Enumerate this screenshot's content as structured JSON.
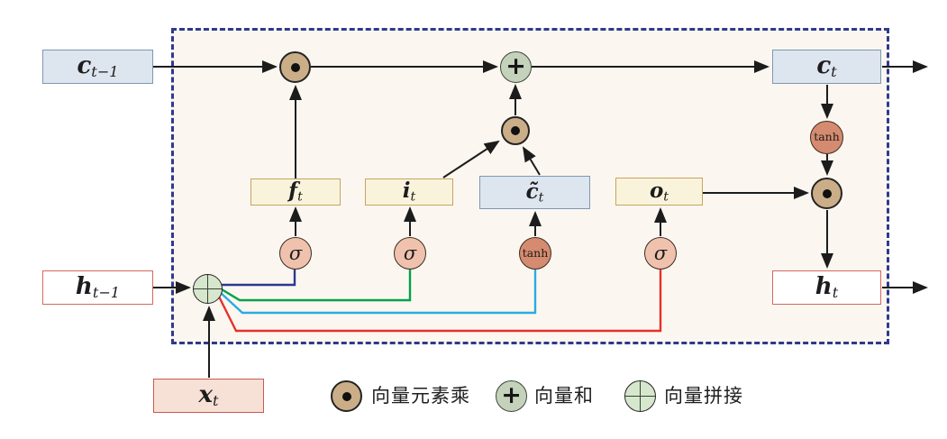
{
  "nodes": {
    "c_prev": {
      "main": "c",
      "sub": "t−1"
    },
    "h_prev": {
      "main": "h",
      "sub": "t−1"
    },
    "x_input": {
      "main": "x",
      "sub": "t"
    },
    "f_gate": {
      "main": "f",
      "sub": "t"
    },
    "i_gate": {
      "main": "i",
      "sub": "t"
    },
    "c_tilde": {
      "main": "c̃",
      "sub": "t"
    },
    "o_gate": {
      "main": "o",
      "sub": "t"
    },
    "c_out": {
      "main": "c",
      "sub": "t"
    },
    "h_out": {
      "main": "h",
      "sub": "t"
    }
  },
  "operators": {
    "sigma": "σ",
    "tanh": "tanh",
    "plus": "+"
  },
  "legend": [
    {
      "icon": "elementwise-multiply-icon",
      "label": "向量元素乘"
    },
    {
      "icon": "vector-sum-icon",
      "label": "向量和"
    },
    {
      "icon": "vector-concat-icon",
      "label": "向量拼接"
    }
  ],
  "colors": {
    "cell_fill": "#fbf7f0",
    "cell_border": "#2e3a8d",
    "state_box_fill": "#dde5ef",
    "state_box_border": "#7d97b5",
    "gate_box_fill": "#faf3dc",
    "gate_box_border": "#c9a35f",
    "hidden_box_border": "#d4685f",
    "input_box_fill": "#f7e0d5",
    "input_box_border": "#c95a50",
    "sigma_fill": "#f0c2ad",
    "tanh_fill": "#d58b6f",
    "multiply_fill": "#cbae88",
    "sum_fill": "#c5d2bb",
    "concat_fill": "#d7e7cd",
    "wire_forget": "#2b3990",
    "wire_input": "#00a14b",
    "wire_candidate": "#29abe2",
    "wire_output": "#e5312b"
  }
}
